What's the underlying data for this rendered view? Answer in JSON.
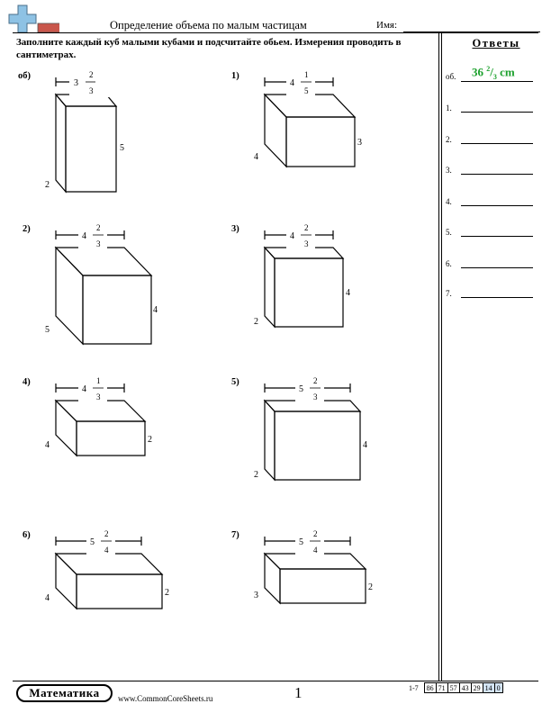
{
  "header": {
    "title": "Определение объема по малым частицам",
    "name_label": "Имя:"
  },
  "instructions": "Заполните каждый куб малыми кубами и подсчитайте обьем. Измерения проводить в сантиметрах.",
  "problems": [
    {
      "label": "об)",
      "width": {
        "whole": "3",
        "num": "2",
        "den": "3"
      },
      "side_a": "5",
      "side_b": "2"
    },
    {
      "label": "1)",
      "width": {
        "whole": "4",
        "num": "1",
        "den": "5"
      },
      "side_a": "3",
      "side_b": "4"
    },
    {
      "label": "2)",
      "width": {
        "whole": "4",
        "num": "2",
        "den": "3"
      },
      "side_a": "4",
      "side_b": "5"
    },
    {
      "label": "3)",
      "width": {
        "whole": "4",
        "num": "2",
        "den": "3"
      },
      "side_a": "4",
      "side_b": "2"
    },
    {
      "label": "4)",
      "width": {
        "whole": "4",
        "num": "1",
        "den": "3"
      },
      "side_a": "2",
      "side_b": "4"
    },
    {
      "label": "5)",
      "width": {
        "whole": "5",
        "num": "2",
        "den": "3"
      },
      "side_a": "4",
      "side_b": "2"
    },
    {
      "label": "6)",
      "width": {
        "whole": "5",
        "num": "2",
        "den": "4"
      },
      "side_a": "2",
      "side_b": "4"
    },
    {
      "label": "7)",
      "width": {
        "whole": "5",
        "num": "2",
        "den": "4"
      },
      "side_a": "2",
      "side_b": "3"
    }
  ],
  "answers": {
    "title": "Ответы",
    "items": [
      {
        "label": "об.",
        "whole": "36",
        "num": "2",
        "den": "3",
        "unit": "cm"
      },
      {
        "label": "1."
      },
      {
        "label": "2."
      },
      {
        "label": "3."
      },
      {
        "label": "4."
      },
      {
        "label": "5."
      },
      {
        "label": "6."
      },
      {
        "label": "7."
      }
    ]
  },
  "footer": {
    "badge": "Математика",
    "url": "www.CommonCoreSheets.ru",
    "page": "1",
    "stats_label": "1-7",
    "stats": [
      "86",
      "71",
      "57",
      "43",
      "29",
      "14",
      "0"
    ]
  },
  "colors": {
    "answer_text": "#1ba02c",
    "logo_blue": "#8ec2e4",
    "logo_red": "#c9564b",
    "stats_highlight": "#d3e3f3"
  }
}
